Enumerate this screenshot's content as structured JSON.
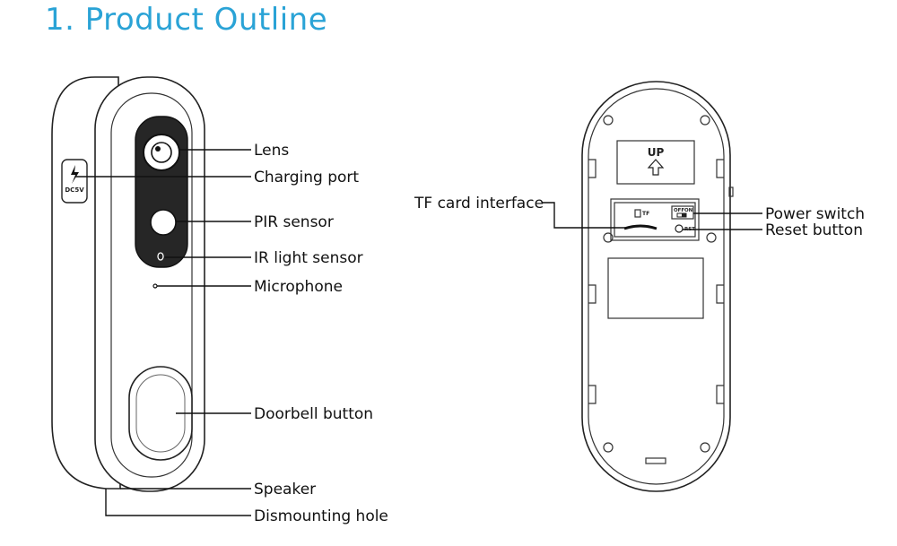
{
  "title": "1. Product Outline",
  "front": {
    "port_marking": "DC5V",
    "labels": {
      "lens": "Lens",
      "charging_port": "Charging port",
      "pir_sensor": "PIR sensor",
      "ir_light_sensor": "IR light sensor",
      "microphone": "Microphone",
      "doorbell_button": "Doorbell button",
      "speaker": "Speaker",
      "dismounting_hole": "Dismounting hole"
    }
  },
  "back": {
    "up_marking": "UP",
    "tf_marking": "TF",
    "off_marking": "OFF",
    "on_marking": "ON",
    "rst_marking": "RST",
    "labels": {
      "tf_card_interface": "TF card interface",
      "power_switch": "Power switch",
      "reset_button": "Reset button"
    }
  }
}
